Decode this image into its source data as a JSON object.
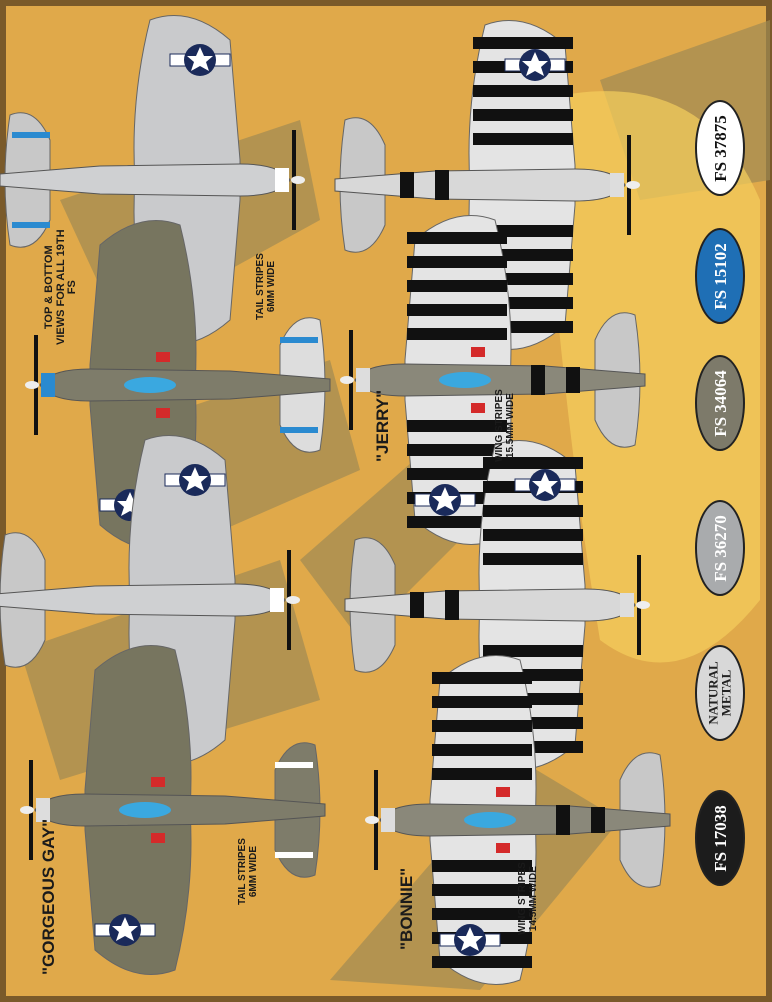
{
  "labels": {
    "gorgeous_gay": "\"GORGEOUS GAY\"",
    "tail_stripes_1": "TAIL STRIPES\n6MM WIDE",
    "top_bottom": "TOP & BOTTOM\nVIEWS FOR ALL 19TH\nFS",
    "tail_stripes_2": "TAIL STRIPES\n6MM WIDE",
    "jerry": "\"JERRY\"",
    "wing_stripes_jerry": "WING STRIPES\n15.5MM WIDE",
    "bonnie": "\"BONNIE\"",
    "wing_stripes_bonnie": "WING STRIPES\n14.5MM WIDE"
  },
  "color_chips": [
    {
      "label": "FS 17038",
      "color": "#1c1c1c",
      "text_color": "#ffffff"
    },
    {
      "label": "NATURAL METAL",
      "color": "#d8d8d8",
      "text_color": "#222222"
    },
    {
      "label": "FS 36270",
      "color": "#a9abad",
      "text_color": "#ffffff"
    },
    {
      "label": "FS 34064",
      "color": "#7d7a6a",
      "text_color": "#ffffff"
    },
    {
      "label": "FS 15102",
      "color": "#1f6fb5",
      "text_color": "#ffffff"
    },
    {
      "label": "FS 37875",
      "color": "#ffffff",
      "text_color": "#111111"
    }
  ],
  "colors": {
    "background": "#e0a94a",
    "shadow": "#a08a52",
    "frame": "#7a5a2a",
    "red": "#d42a2a",
    "canopy": "#3aa8e0"
  }
}
